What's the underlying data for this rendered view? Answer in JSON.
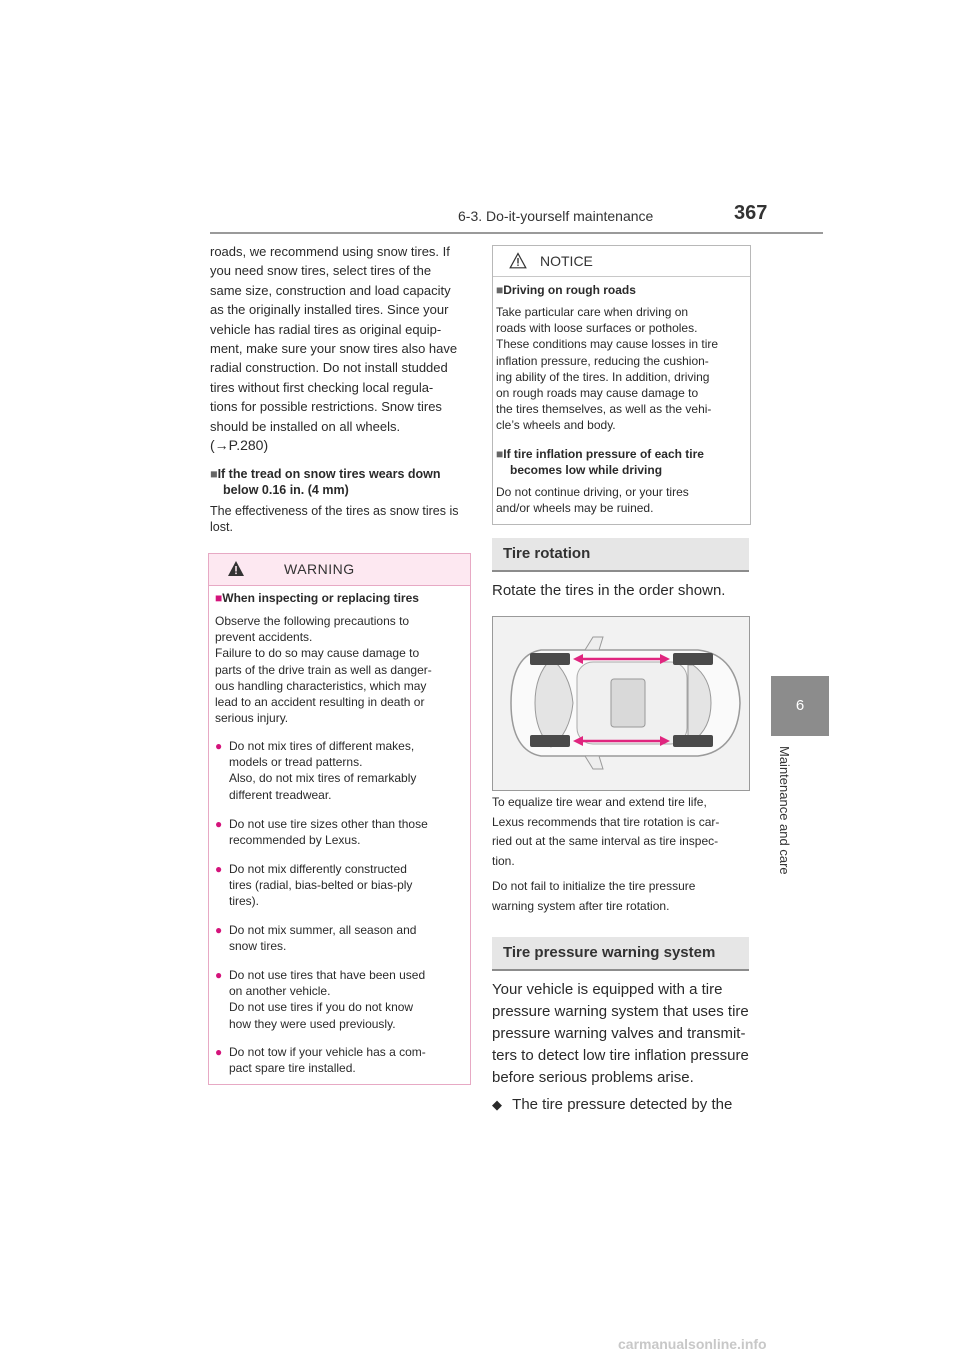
{
  "header": {
    "section": "6-3. Do-it-yourself maintenance",
    "page_number": "367"
  },
  "side_tab": {
    "chapter_number": "6",
    "chapter_title": "Maintenance and care"
  },
  "left_column": {
    "intro_lines": [
      "roads, we recommend using snow tires. If",
      "you need snow tires, select tires of the",
      "same size, construction and load capacity",
      "as the originally installed tires. Since your",
      "vehicle has radial tires as original equip-",
      "ment, make sure your snow tires also have",
      "radial construction. Do not install studded",
      "tires without first checking local regula-",
      "tions for possible restrictions. Snow tires",
      "should be installed on all wheels."
    ],
    "page_ref_arrow": "→",
    "page_ref": "P.280",
    "subheading_line1": "If the tread on snow tires wears down",
    "subheading_line2": "below 0.16 in. (4 mm)",
    "body_line1": "The effectiveness of the tires as snow tires is",
    "body_line2": "lost."
  },
  "warning": {
    "title": "WARNING",
    "heading": "When inspecting or replacing tires",
    "intro_lines": [
      "Observe the following precautions to",
      "prevent accidents.",
      "Failure to do so may cause damage to",
      "parts of the drive train as well as danger-",
      "ous handling characteristics, which may",
      "lead to an accident resulting in death or",
      "serious injury."
    ],
    "bullets": [
      {
        "lines": [
          "Do not mix tires of different makes,",
          "models or tread patterns.",
          "Also, do not mix tires of remarkably",
          "different treadwear."
        ]
      },
      {
        "lines": [
          "Do not use tire sizes other than those",
          "recommended by Lexus."
        ]
      },
      {
        "lines": [
          "Do not mix differently constructed",
          "tires (radial, bias-belted or bias-ply",
          "tires)."
        ]
      },
      {
        "lines": [
          "Do not mix summer, all season and",
          "snow tires."
        ]
      },
      {
        "lines": [
          "Do not use tires that have been used",
          "on another vehicle.",
          "Do not use tires if you do not know",
          "how they were used previously."
        ]
      },
      {
        "lines": [
          "Do not tow if your vehicle has a com-",
          "pact spare tire installed."
        ]
      }
    ]
  },
  "notice": {
    "title": "NOTICE",
    "heading1": "Driving on rough roads",
    "body1_lines": [
      "Take particular care when driving on",
      "roads with loose surfaces or potholes.",
      "These conditions may cause losses in tire",
      "inflation pressure, reducing the cushion-",
      "ing ability of the tires. In addition, driving",
      "on rough roads may cause damage to",
      "the tires themselves, as well as the vehi-",
      "cle’s wheels and body."
    ],
    "heading2_line1": "If tire inflation pressure of each tire",
    "heading2_line2": "becomes low while driving",
    "body2_lines": [
      "Do not continue driving, or your tires",
      "and/or wheels may be ruined."
    ]
  },
  "tire_rotation": {
    "heading": "Tire rotation",
    "intro": "Rotate the tires in the order shown.",
    "note1_lines": [
      "To equalize tire wear and extend tire life,",
      "Lexus recommends that tire rotation is car-",
      "ried out at the same interval as tire inspec-",
      "tion."
    ],
    "note2_lines": [
      "Do not fail to initialize the tire pressure",
      "warning system after tire rotation."
    ]
  },
  "tpws": {
    "heading": "Tire pressure warning system",
    "body_lines": [
      "Your vehicle is equipped with a tire",
      "pressure warning system that uses tire",
      "pressure warning valves and transmit-",
      "ters to detect low tire inflation pressure",
      "before serious problems arise."
    ],
    "bullet_text": "The tire pressure detected by the"
  },
  "footer": {
    "watermark": "carmanualsonline.info"
  },
  "colors": {
    "warning_accent": "#d4137b",
    "warning_header_bg": "#fde8f1",
    "section_header_bg": "#e6e6e6",
    "side_tab_bg": "#8c8c8c",
    "arrow_color": "#e0267f"
  }
}
